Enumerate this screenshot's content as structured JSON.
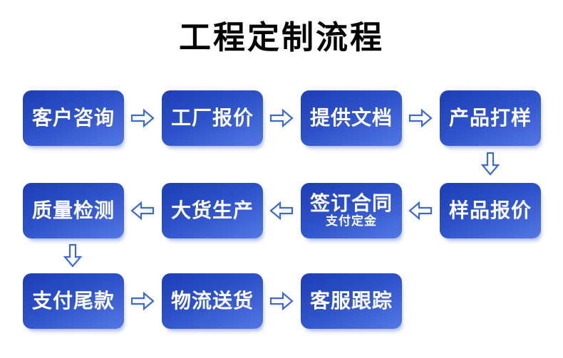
{
  "title": "工程定制流程",
  "colors": {
    "box_gradient_top": "#1d3eb5",
    "box_gradient_bottom": "#5477e6",
    "box_text": "#ffffff",
    "arrow_stroke": "#3b67df",
    "arrow_fill": "#ffffff",
    "title_color": "#050505",
    "background": "#ffffff"
  },
  "steps": [
    {
      "label": "客户咨询"
    },
    {
      "label": "工厂报价"
    },
    {
      "label": "提供文档"
    },
    {
      "label": "产品打样"
    },
    {
      "label": "样品报价"
    },
    {
      "label": "签订合同",
      "sublabel": "支付定金"
    },
    {
      "label": "大货生产"
    },
    {
      "label": "质量检测"
    },
    {
      "label": "支付尾款"
    },
    {
      "label": "物流送货"
    },
    {
      "label": "客服跟踪"
    }
  ]
}
